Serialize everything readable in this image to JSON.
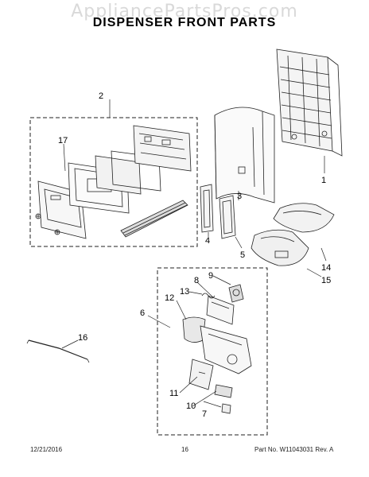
{
  "watermark": "AppliancePartsPros.com",
  "title": "DISPENSER FRONT PARTS",
  "callouts": {
    "c1": "1",
    "c2": "2",
    "c3": "3",
    "c4": "4",
    "c5": "5",
    "c6": "6",
    "c7": "7",
    "c8": "8",
    "c9": "9",
    "c10": "10",
    "c11": "11",
    "c12": "12",
    "c13": "13",
    "c14": "14",
    "c15": "15",
    "c16": "16",
    "c17": "17"
  },
  "footer": {
    "date": "12/21/2016",
    "page": "16",
    "part": "Part No. W11043031  Rev. A"
  }
}
